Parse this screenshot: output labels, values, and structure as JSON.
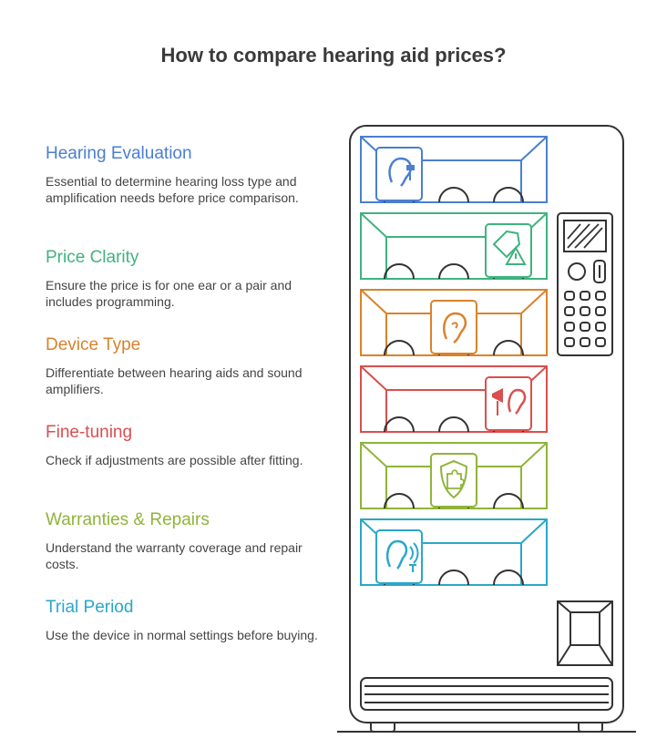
{
  "title": "How to compare hearing aid prices?",
  "items": [
    {
      "heading": "Hearing Evaluation",
      "desc": "Essential to determine hearing loss type and amplification needs before price comparison.",
      "color": "#4a7fd0",
      "icon": "ear-with-sound-icon"
    },
    {
      "heading": "Price Clarity",
      "desc": "Ensure the price is for one ear or a pair and includes programming.",
      "color": "#3fb37f",
      "icon": "price-tag-warning-icon"
    },
    {
      "heading": "Device Type",
      "desc": "Differentiate between hearing aids and sound amplifiers.",
      "color": "#d9822b",
      "icon": "ear-icon"
    },
    {
      "heading": "Fine-tuning",
      "desc": "Check if adjustments are possible after fitting.",
      "color": "#d94f4f",
      "icon": "megaphone-ear-icon"
    },
    {
      "heading": "Warranties & Repairs",
      "desc": "Understand the warranty coverage and repair costs.",
      "color": "#8fb43a",
      "icon": "shield-puzzle-icon"
    },
    {
      "heading": "Trial Period",
      "desc": "Use the device in normal settings before buying.",
      "color": "#2aa7c9",
      "icon": "hearing-loop-icon"
    }
  ]
}
